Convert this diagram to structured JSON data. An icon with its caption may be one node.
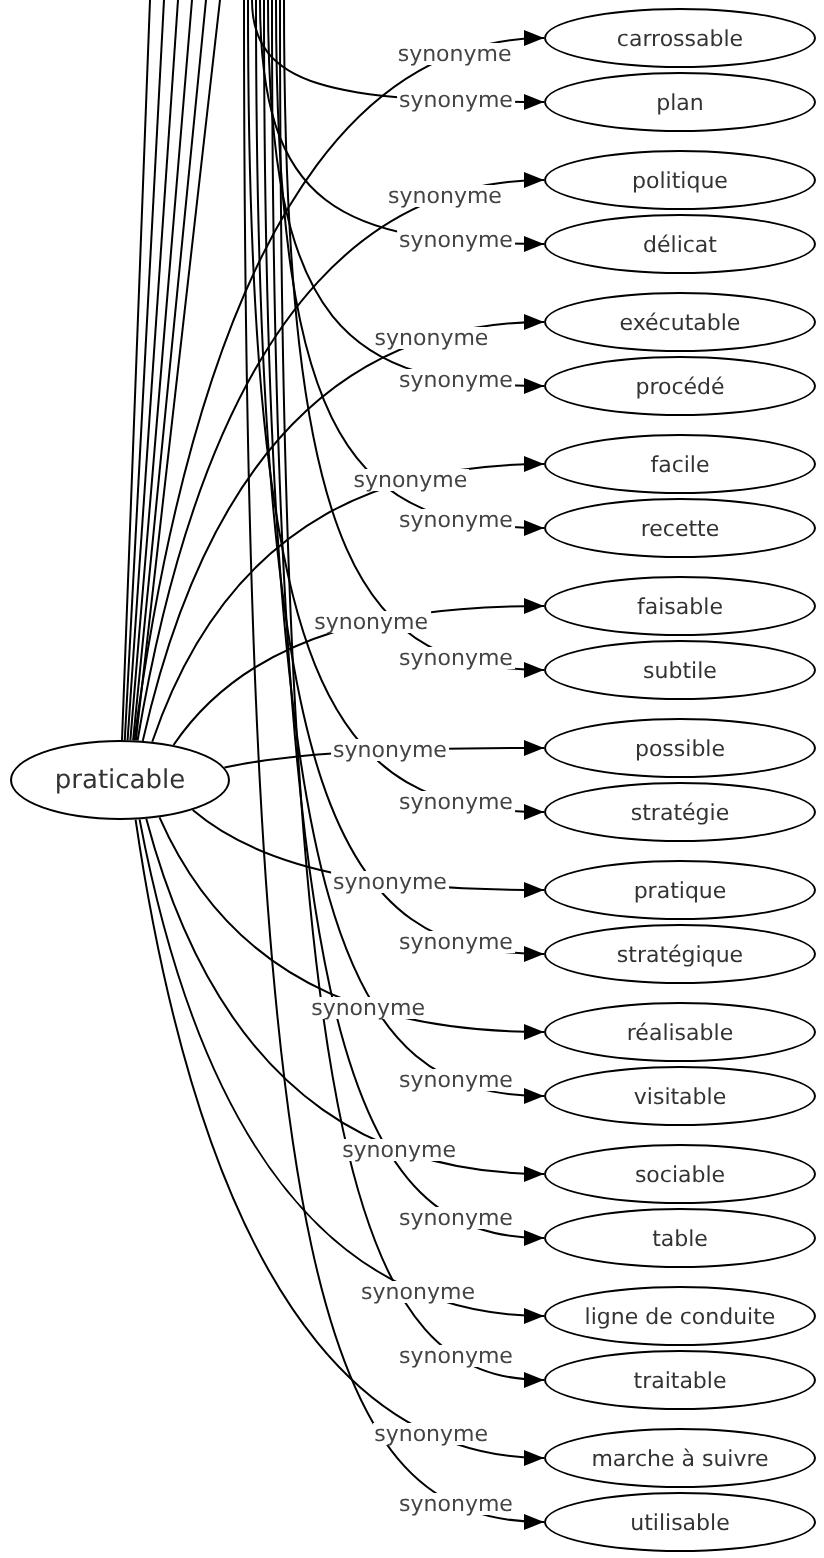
{
  "diagram": {
    "nodes": [
      {
        "text": [
          "praticable"
        ]
      },
      {
        "text": [
          "carrossable"
        ]
      },
      {
        "text": [
          "plan"
        ]
      },
      {
        "text": [
          "politique"
        ]
      },
      {
        "text": [
          "délicat"
        ]
      },
      {
        "text": [
          "exécutable"
        ]
      },
      {
        "text": [
          "procédé"
        ]
      },
      {
        "text": [
          "facile"
        ]
      },
      {
        "text": [
          "recette"
        ]
      },
      {
        "text": [
          "faisable"
        ]
      },
      {
        "text": [
          "subtile"
        ]
      },
      {
        "text": [
          "possible"
        ]
      },
      {
        "text": [
          "stratégie"
        ]
      },
      {
        "text": [
          "pratique"
        ]
      },
      {
        "text": [
          "stratégique"
        ]
      },
      {
        "text": [
          "réalisable"
        ]
      },
      {
        "text": [
          "visitable"
        ]
      },
      {
        "text": [
          "sociable"
        ]
      },
      {
        "text": [
          "table"
        ]
      },
      {
        "text": [
          "ligne de conduite"
        ]
      },
      {
        "text": [
          "traitable"
        ]
      },
      {
        "text": [
          "marche à suivre"
        ]
      },
      {
        "text": [
          "utilisable"
        ]
      }
    ],
    "edges": [
      {
        "from": 0,
        "to": 1,
        "arrow": "to",
        "label": "synonyme"
      },
      {
        "from": null,
        "to": 2,
        "arrow": "to",
        "label": "synonyme"
      },
      {
        "from": 0,
        "to": 3,
        "arrow": "to",
        "label": "synonyme"
      },
      {
        "from": null,
        "to": 4,
        "arrow": "to",
        "label": "synonyme"
      },
      {
        "from": 0,
        "to": 5,
        "arrow": "to",
        "label": "synonyme"
      },
      {
        "from": null,
        "to": 6,
        "arrow": "to",
        "label": "synonyme"
      },
      {
        "from": 0,
        "to": 7,
        "arrow": "to",
        "label": "synonyme"
      },
      {
        "from": null,
        "to": 8,
        "arrow": "to",
        "label": "synonyme"
      },
      {
        "from": 0,
        "to": 9,
        "arrow": "to",
        "label": "synonyme"
      },
      {
        "from": null,
        "to": 10,
        "arrow": "to",
        "label": "synonyme"
      },
      {
        "from": 0,
        "to": 11,
        "arrow": "to",
        "label": "synonyme"
      },
      {
        "from": null,
        "to": 12,
        "arrow": "to",
        "label": "synonyme"
      },
      {
        "from": 0,
        "to": 13,
        "arrow": "to",
        "label": "synonyme"
      },
      {
        "from": null,
        "to": 14,
        "arrow": "to",
        "label": "synonyme"
      },
      {
        "from": 0,
        "to": 15,
        "arrow": "to",
        "label": "synonyme"
      },
      {
        "from": null,
        "to": 16,
        "arrow": "to",
        "label": "synonyme"
      },
      {
        "from": 0,
        "to": 17,
        "arrow": "to",
        "label": "synonyme"
      },
      {
        "from": null,
        "to": 18,
        "arrow": "to",
        "label": "synonyme"
      },
      {
        "from": 0,
        "to": 19,
        "arrow": "to",
        "label": "synonyme"
      },
      {
        "from": null,
        "to": 20,
        "arrow": "to",
        "label": "synonyme"
      },
      {
        "from": 0,
        "to": 21,
        "arrow": "to",
        "label": "synonyme"
      },
      {
        "from": null,
        "to": 22,
        "arrow": "to",
        "label": "synonyme"
      },
      {
        "from": 0,
        "to": null,
        "arrow": "none"
      },
      {
        "from": 0,
        "to": null,
        "arrow": "none"
      },
      {
        "from": 0,
        "to": null,
        "arrow": "none"
      },
      {
        "from": 0,
        "to": null,
        "arrow": "none"
      },
      {
        "from": 0,
        "to": null,
        "arrow": "none"
      },
      {
        "from": 0,
        "to": null,
        "arrow": "none"
      }
    ]
  }
}
